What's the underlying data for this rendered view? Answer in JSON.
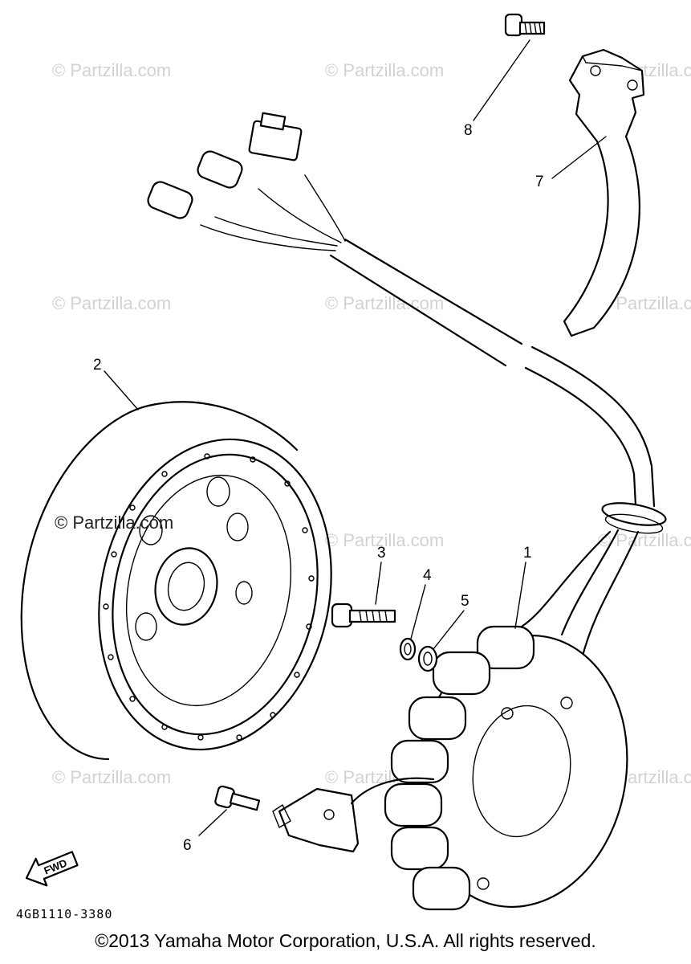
{
  "watermark": "© Partzilla.com",
  "callouts": {
    "c1": "1",
    "c2": "2",
    "c3": "3",
    "c4": "4",
    "c5": "5",
    "c6": "6",
    "c7": "7",
    "c8": "8"
  },
  "fwd_label": "FWD",
  "diagram_code": "4GB1110-3380",
  "copyright": "©2013 Yamaha Motor Corporation, U.S.A. All rights reserved.",
  "colors": {
    "line": "#000000",
    "watermark": "#d2d2d2",
    "background": "#ffffff"
  }
}
